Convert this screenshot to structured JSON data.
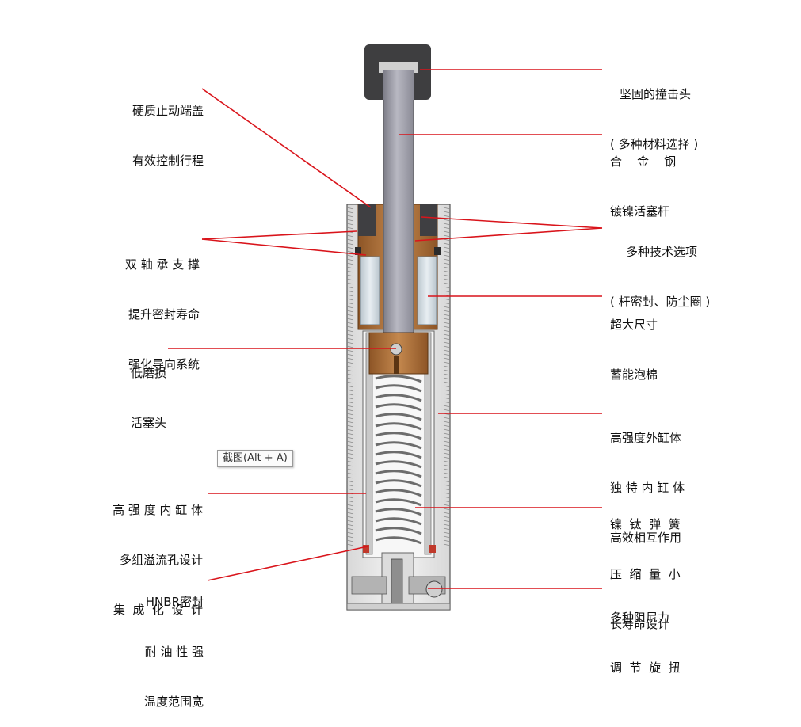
{
  "labels": {
    "left": [
      {
        "id": "end-cap",
        "lines": [
          "硬质止动端盖",
          "有效控制行程"
        ]
      },
      {
        "id": "dual-bearing",
        "lines": [
          "双 轴 承 支 撑",
          "提升密封寿命",
          "强化导向系统"
        ]
      },
      {
        "id": "piston-head",
        "lines": [
          "低磨损",
          "活塞头"
        ]
      },
      {
        "id": "inner-cylinder",
        "lines": [
          "高 强 度 内 缸 体",
          "多组溢流孔设计",
          "集  成  化  设  计"
        ]
      },
      {
        "id": "hnbr-seal",
        "lines": [
          "HNBR密封",
          "耐 油 性 强",
          "温度范围宽"
        ]
      }
    ],
    "right": [
      {
        "id": "striker-head",
        "lines": [
          "坚固的撞击头",
          "( 多种材料选择 )"
        ]
      },
      {
        "id": "piston-rod",
        "lines": [
          "合    金    钢",
          "镀镍活塞杆"
        ]
      },
      {
        "id": "tech-options",
        "lines": [
          "多种技术选项",
          "( 杆密封、防尘圈 )"
        ]
      },
      {
        "id": "accumulator",
        "lines": [
          "超大尺寸",
          "蓄能泡棉"
        ]
      },
      {
        "id": "outer-cylinder",
        "lines": [
          "高强度外缸体",
          "独 特 内 缸 体",
          "高效相互作用"
        ]
      },
      {
        "id": "nitinol-spring",
        "lines": [
          "镍  钛  弹  簧",
          "压  缩  量  小",
          "长寿命设计"
        ]
      },
      {
        "id": "damping-adjust",
        "lines": [
          "多种阻尼力",
          "调  节  旋  扭"
        ]
      }
    ]
  },
  "tooltip": "截图(Alt + A)",
  "colors": {
    "leader": "#d9141b",
    "housing": "#ececec",
    "thread": "#8a8a8a",
    "rod": "#9a9aa4",
    "bronze": "#a86a35",
    "foam": "#d4dde3",
    "cap": "#3e3e40",
    "spring": "#6c6c6c"
  }
}
